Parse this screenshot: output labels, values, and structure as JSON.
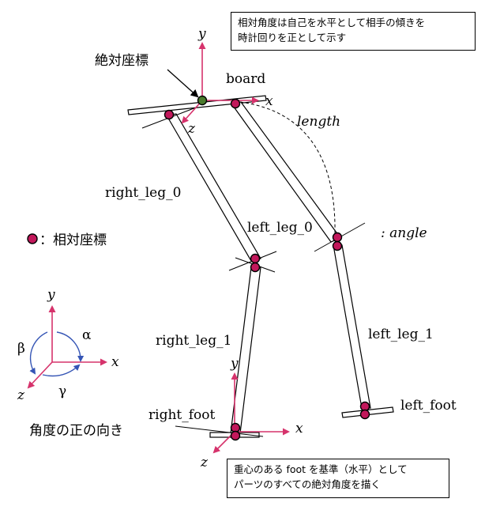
{
  "notes": {
    "top_line1": "相対角度は自己を水平として相手の傾きを",
    "top_line2": "時計回りを正として示す",
    "bottom_line1": "重心のある foot を基準（水平）として",
    "bottom_line2": "パーツのすべての絶対角度を描く"
  },
  "labels": {
    "absolute_coords": "絶対座標",
    "board": "board",
    "length": "length",
    "right_leg_0": "right_leg_0",
    "left_leg_0": "left_leg_0",
    "angle": ": angle",
    "right_leg_1": "right_leg_1",
    "left_leg_1": "left_leg_1",
    "right_foot": "right_foot",
    "left_foot": "left_foot",
    "legend_relative": "：相対座標",
    "angle_direction_caption": "角度の正の向き"
  },
  "axes": {
    "x": "x",
    "y": "y",
    "z": "z",
    "alpha": "α",
    "beta": "β",
    "gamma": "γ"
  },
  "colors": {
    "joint_fill": "#c2185b",
    "origin_fill": "#4a7a2c",
    "axis_pink": "#d6336c",
    "arc_blue": "#3555b5",
    "stroke": "#000000"
  }
}
